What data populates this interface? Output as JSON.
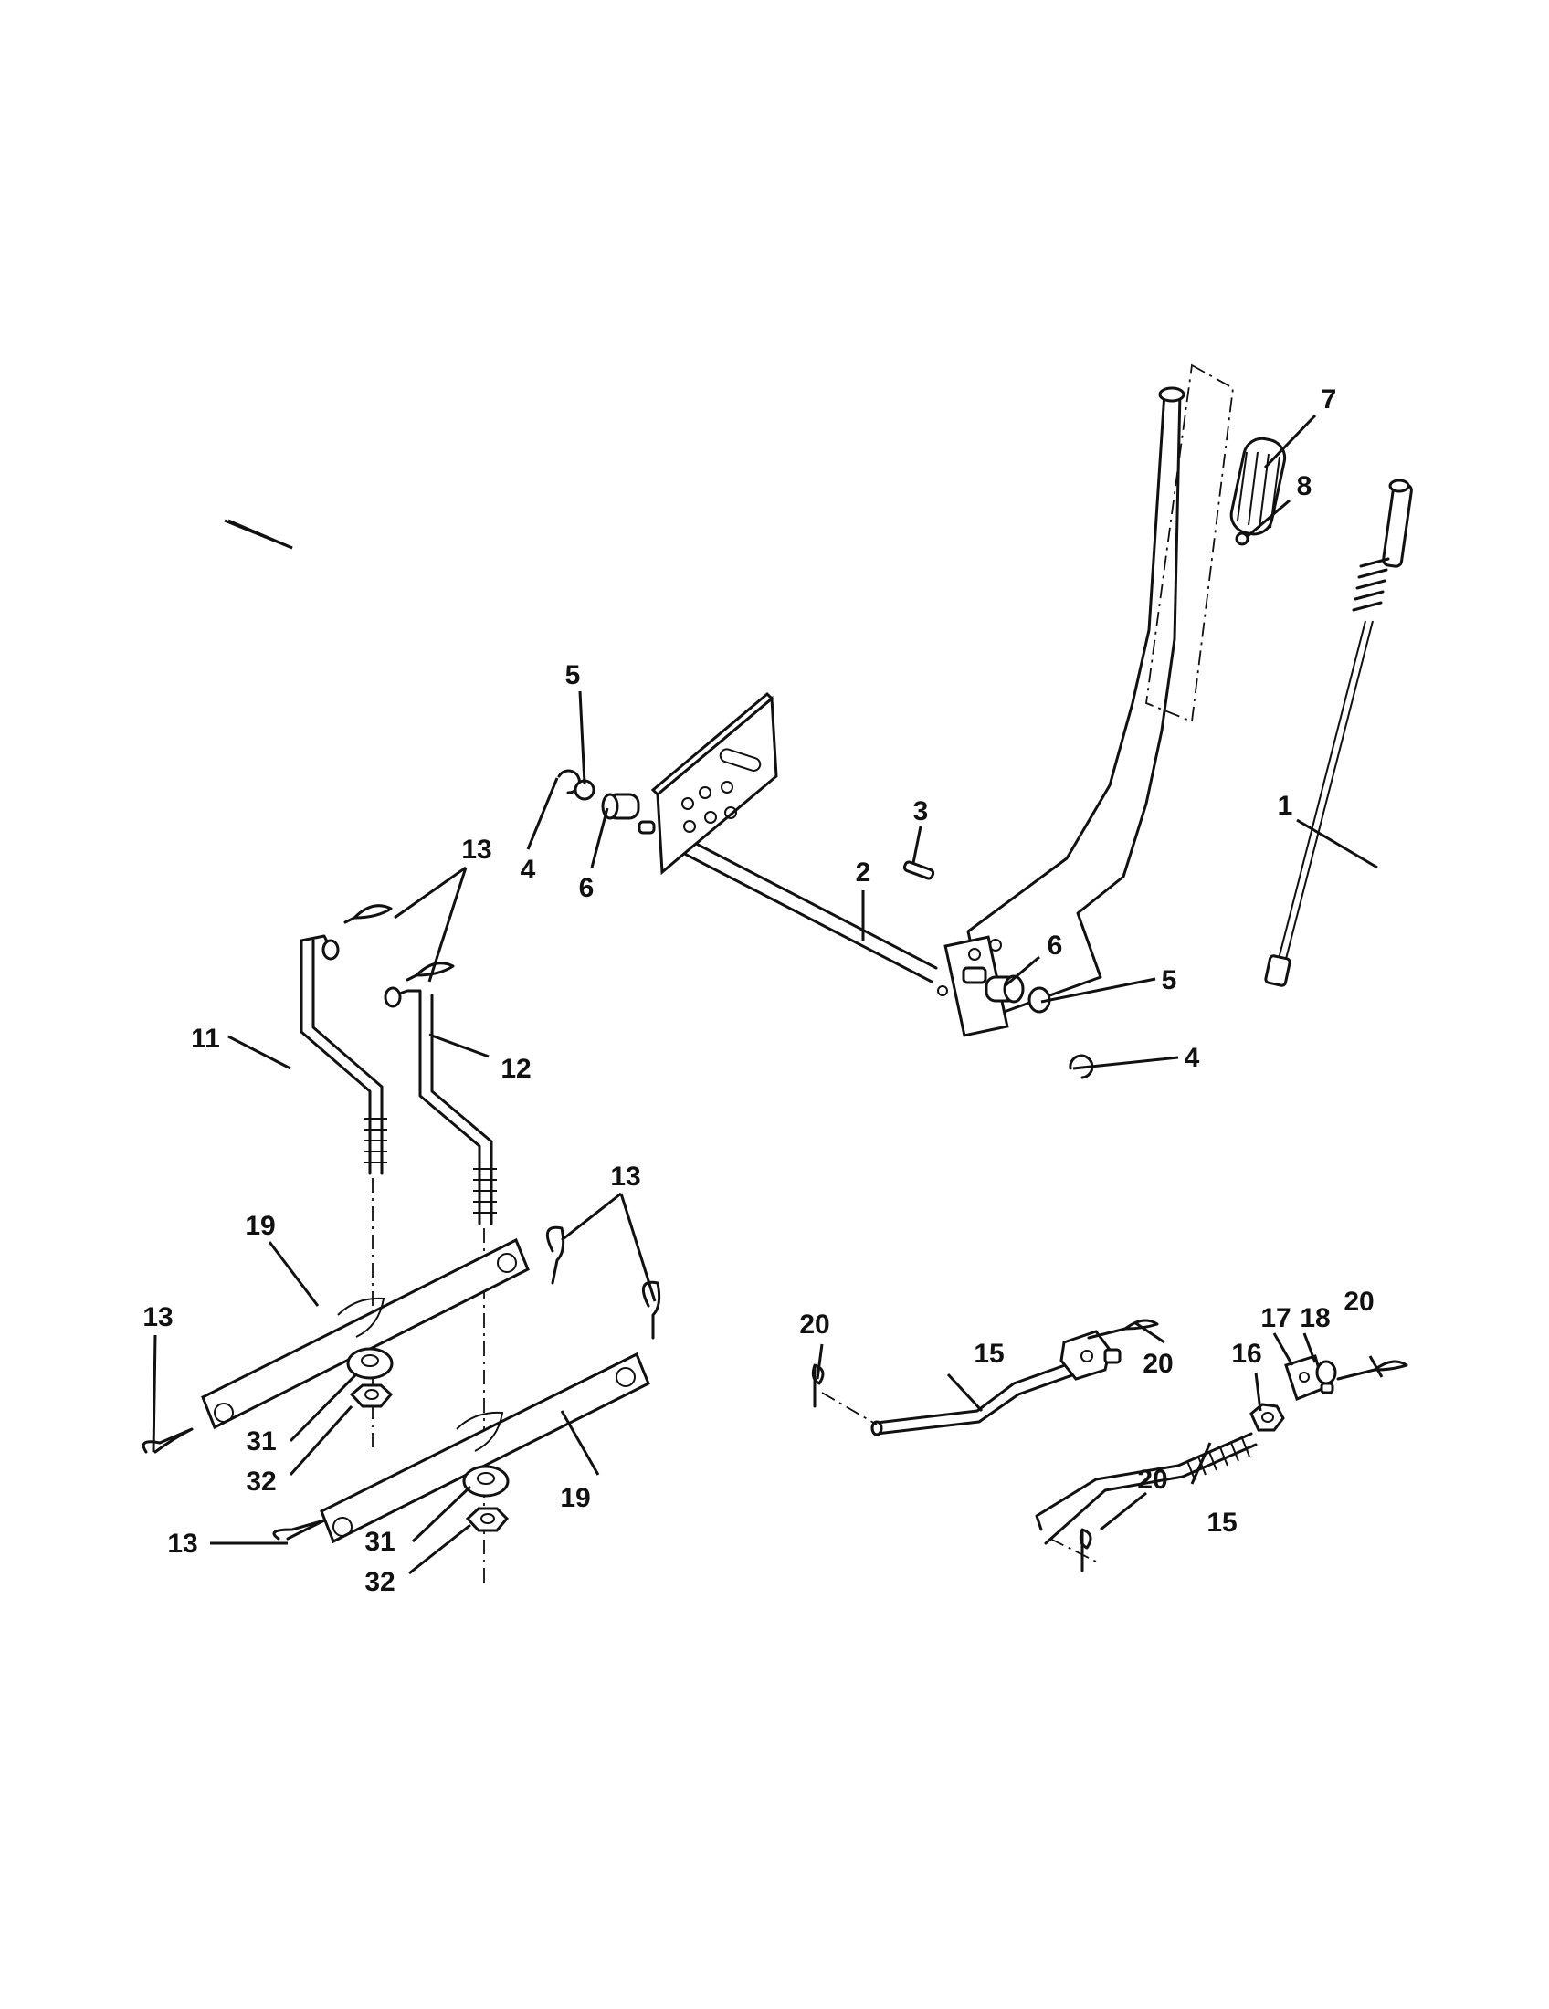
{
  "callouts": {
    "c1": "1",
    "c2": "2",
    "c3": "3",
    "c4a": "4",
    "c4b": "4",
    "c5a": "5",
    "c5b": "5",
    "c6a": "6",
    "c6b": "6",
    "c7": "7",
    "c8": "8",
    "c11": "11",
    "c12": "12",
    "c13a": "13",
    "c13b": "13",
    "c13c": "13",
    "c13d": "13",
    "c15a": "15",
    "c15b": "15",
    "c16": "16",
    "c17": "17",
    "c18": "18",
    "c19a": "19",
    "c19b": "19",
    "c20a": "20",
    "c20b": "20",
    "c20c": "20",
    "c20d": "20",
    "c31a": "31",
    "c31b": "31",
    "c32a": "32",
    "c32b": "32"
  }
}
